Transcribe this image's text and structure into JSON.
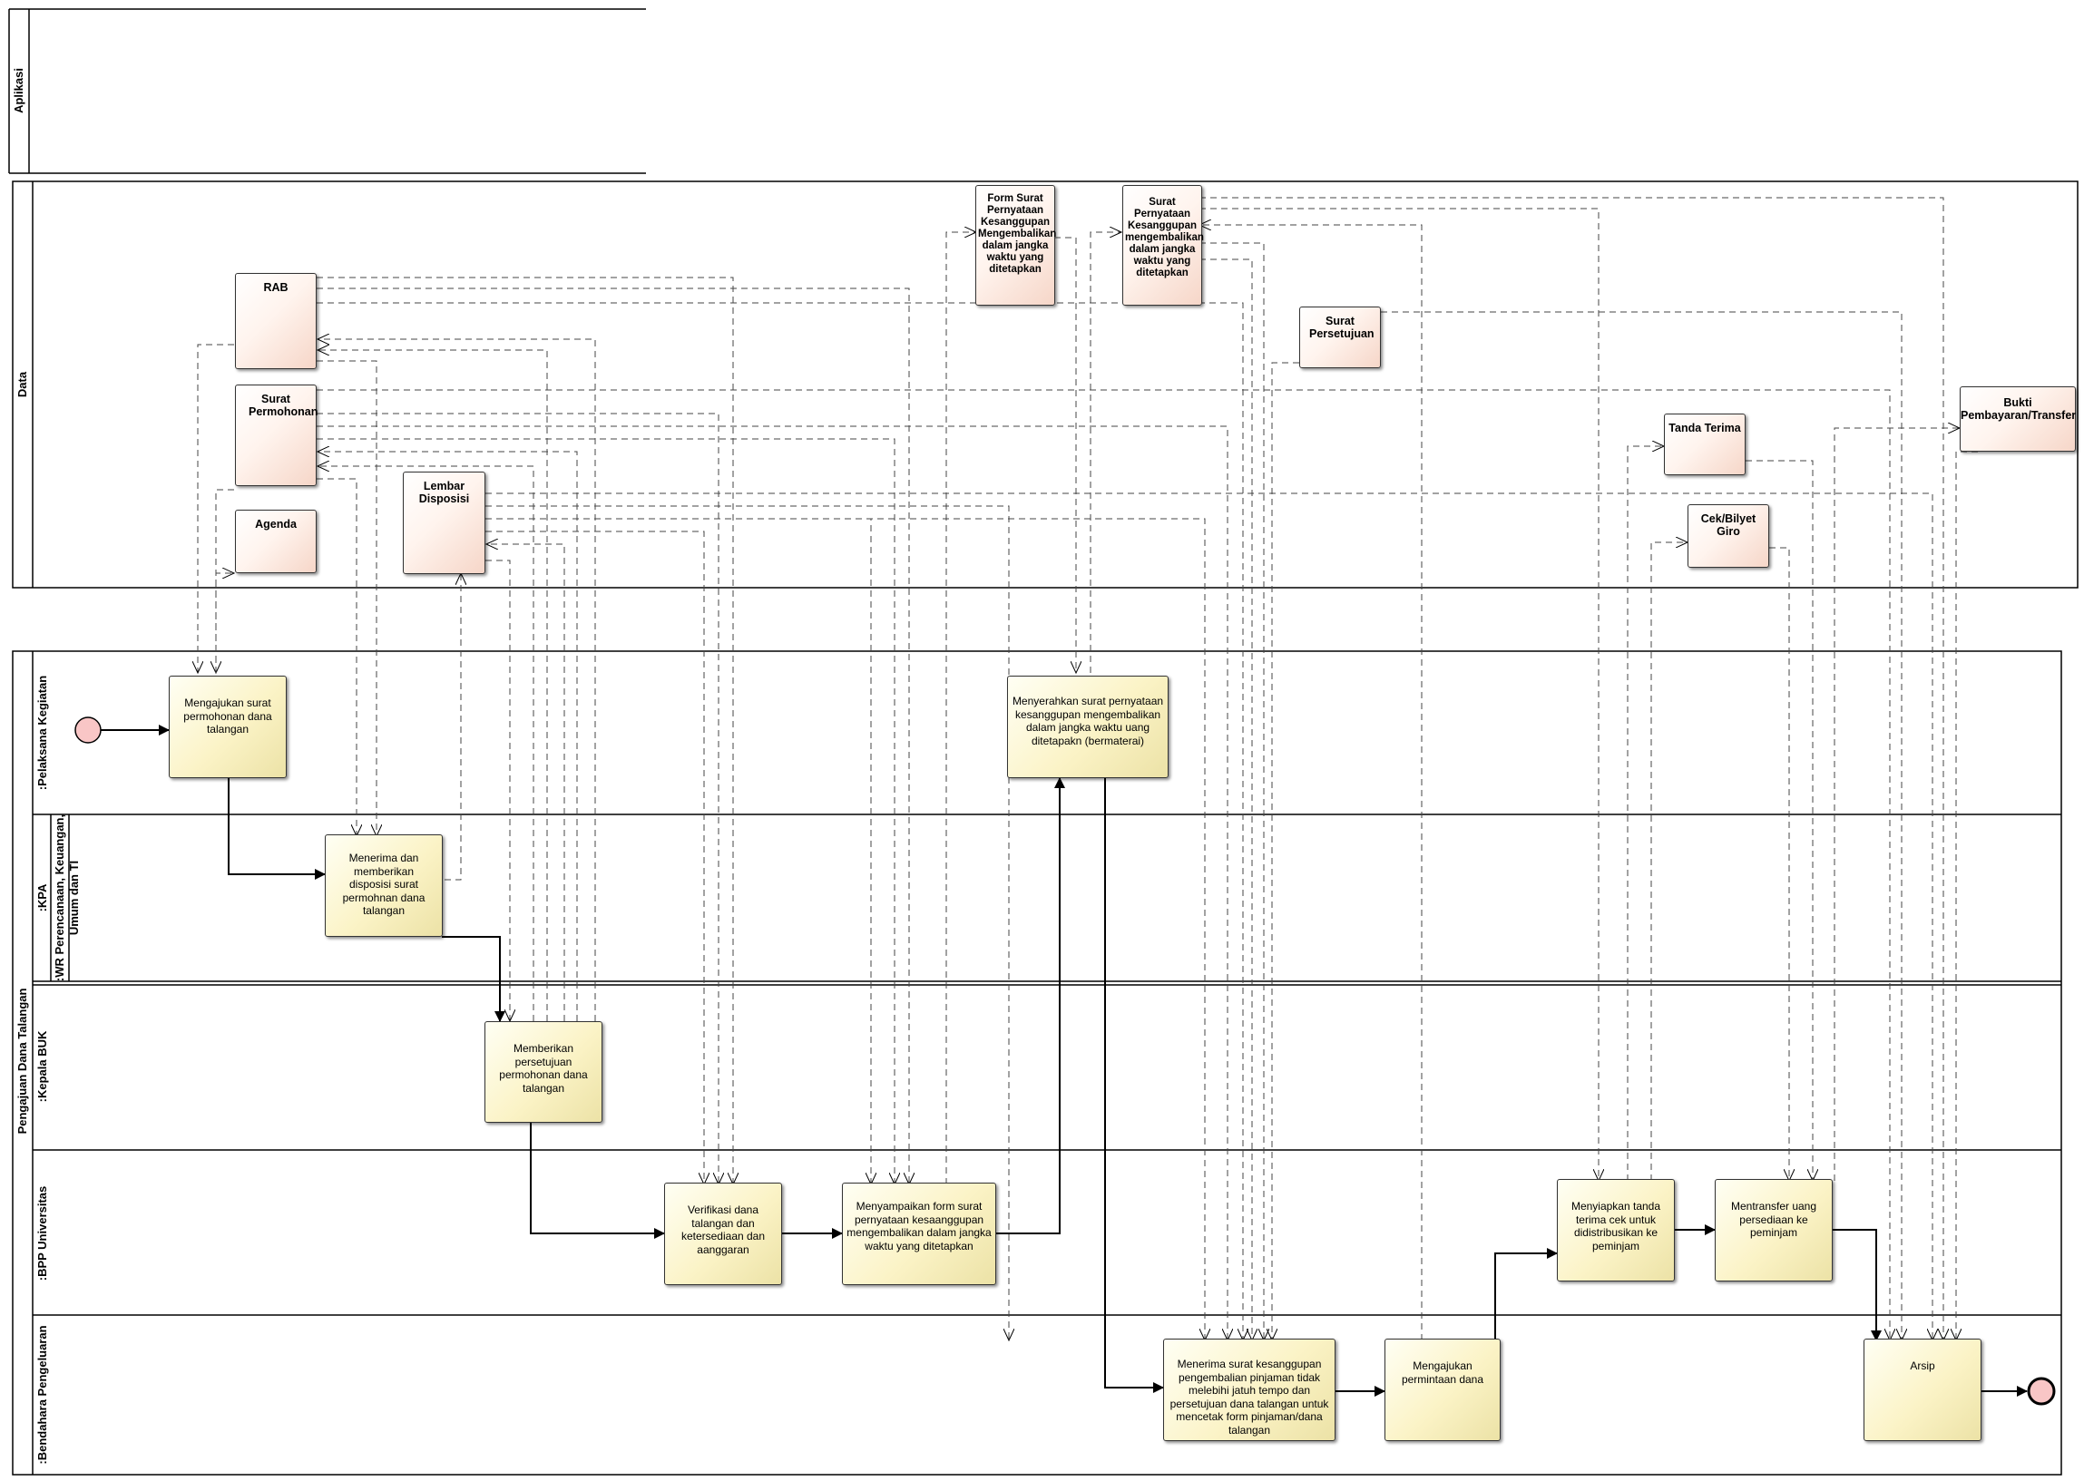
{
  "diagram": {
    "title": "Pengajuan Dana Talangan",
    "pools": {
      "aplikasi": "Aplikasi",
      "data": "Data"
    },
    "lanes": {
      "pelaksana": ":Pelaksana Kegiatan",
      "kpa": ":KPA",
      "wr": ":WR Perencanaan, Keuangan,",
      "wr2": "Umum dan TI",
      "kabuk": ":Kepala BUK",
      "bpp": ":BPP Universitas",
      "bendahara": ":Bendahara Pengeluaran"
    },
    "data_objects": {
      "rab": "RAB",
      "surat_permohonan": "Surat Permohonan",
      "agenda": "Agenda",
      "lembar_disposisi": "Lembar Disposisi",
      "form_surat": "Form Surat Pernyataan Kesanggupan Mengembalikan dalam jangka waktu yang ditetapkan",
      "surat_pernyataan": "Surat Pernyataan Kesanggupan mengembalikan dalam jangka waktu yang ditetapkan",
      "surat_persetujuan": "Surat Persetujuan",
      "tanda_terima": "Tanda Terima",
      "cek_bilyet": "Cek/Bilyet Giro",
      "bukti": "Bukti Pembayaran/Transfer"
    },
    "tasks": {
      "t1": "Mengajukan surat permohonan dana talangan",
      "t2": "Menerima dan memberikan disposisi surat permohnan dana talangan",
      "t3": "Memberikan persetujuan permohonan dana talangan",
      "t4": "Verifikasi dana talangan dan ketersediaan dan aanggaran",
      "t5": "Menyampaikan form surat pernyataan kesaanggupan mengembalikan dalam jangka waktu yang ditetapkan",
      "t6": "Menyerahkan surat pernyataan kesanggupan mengembalikan dalam jangka waktu uang ditetapakn (bermaterai)",
      "t7": "Menerima surat kesanggupan pengembalian pinjaman tidak melebihi jatuh tempo dan persetujuan dana talangan untuk mencetak form pinjaman/dana talangan",
      "t8": "Mengajukan permintaan dana",
      "t9": "Menyiapkan tanda terima cek untuk didistribusikan ke peminjam",
      "t10": "Mentransfer uang persediaan ke peminjam",
      "t11": "Arsip"
    },
    "colors": {
      "task_fill": "#fbf3c6",
      "data_fill": "#fbe4da",
      "event_fill": "#f9c6c6",
      "line": "#000000"
    }
  }
}
